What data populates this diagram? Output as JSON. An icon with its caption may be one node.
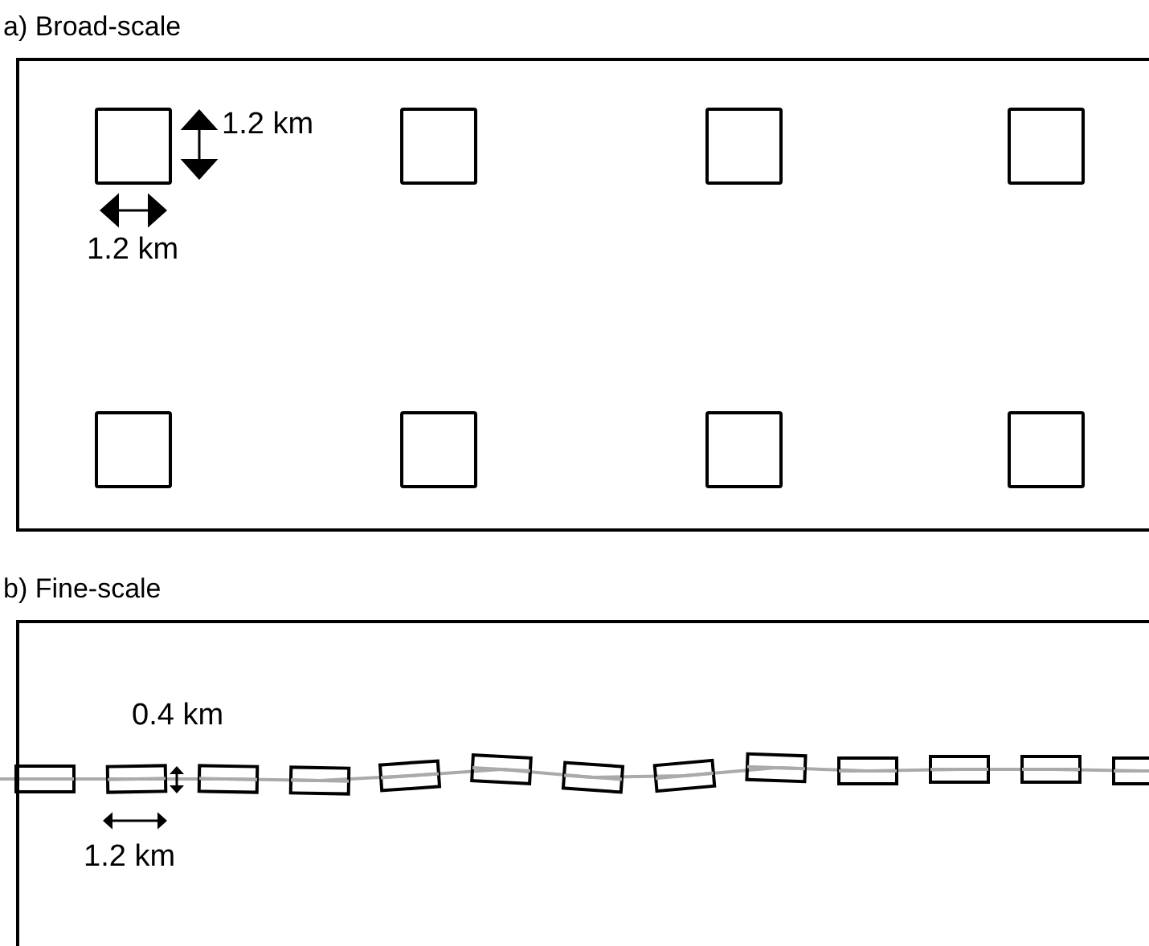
{
  "diagram": {
    "nodes": [
      {
        "text": [
          "a) Broad-scale"
        ]
      },
      {
        "text": [
          "b) Fine-scale"
        ]
      }
    ],
    "edges": [],
    "labels": [
      "1.2 km",
      "1.2 km",
      "0.4 km",
      "1.2 km"
    ]
  }
}
